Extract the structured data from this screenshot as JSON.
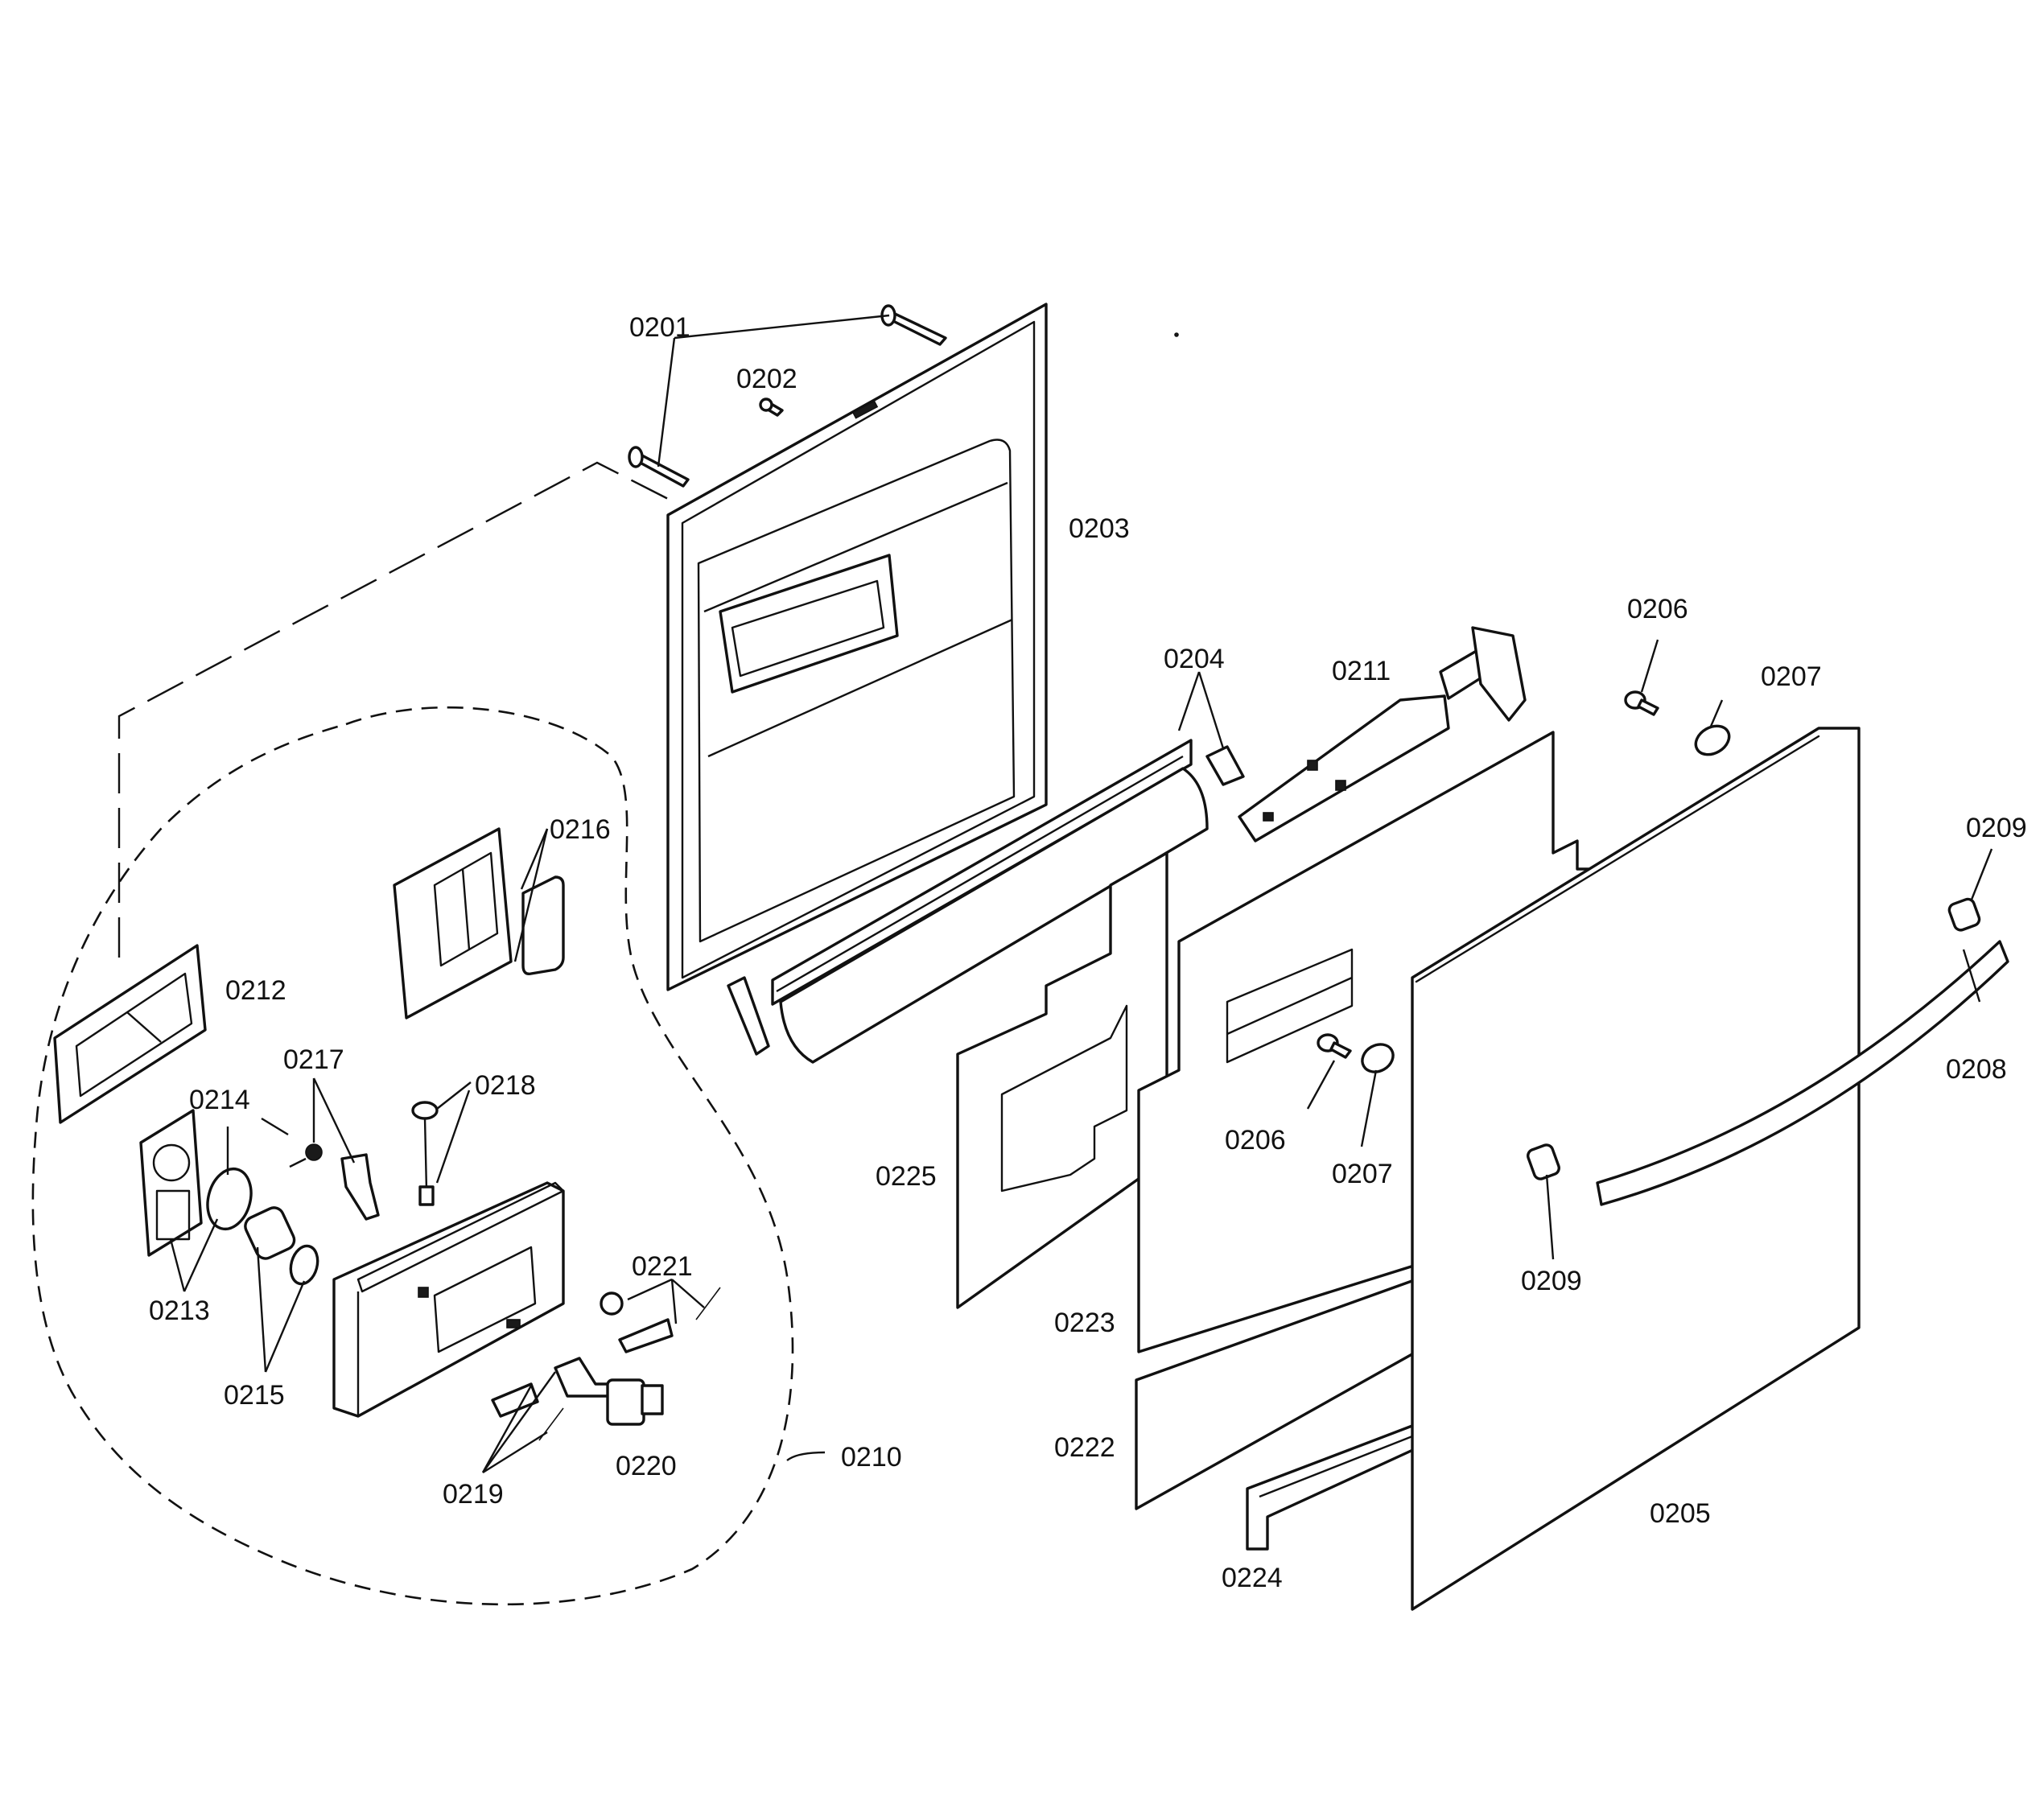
{
  "callouts": [
    {
      "id": "0201",
      "label": "0201"
    },
    {
      "id": "0202",
      "label": "0202"
    },
    {
      "id": "0203",
      "label": "0203"
    },
    {
      "id": "0204",
      "label": "0204"
    },
    {
      "id": "0211",
      "label": "0211"
    },
    {
      "id": "0206a",
      "label": "0206"
    },
    {
      "id": "0207a",
      "label": "0207"
    },
    {
      "id": "0209a",
      "label": "0209"
    },
    {
      "id": "0216",
      "label": "0216"
    },
    {
      "id": "0212",
      "label": "0212"
    },
    {
      "id": "0217",
      "label": "0217"
    },
    {
      "id": "0214",
      "label": "0214"
    },
    {
      "id": "0218",
      "label": "0218"
    },
    {
      "id": "0208",
      "label": "0208"
    },
    {
      "id": "0206b",
      "label": "0206"
    },
    {
      "id": "0207b",
      "label": "0207"
    },
    {
      "id": "0225",
      "label": "0225"
    },
    {
      "id": "0213",
      "label": "0213"
    },
    {
      "id": "0221",
      "label": "0221"
    },
    {
      "id": "0209b",
      "label": "0209"
    },
    {
      "id": "0223",
      "label": "0223"
    },
    {
      "id": "0215",
      "label": "0215"
    },
    {
      "id": "0222",
      "label": "0222"
    },
    {
      "id": "0210",
      "label": "0210"
    },
    {
      "id": "0220",
      "label": "0220"
    },
    {
      "id": "0219",
      "label": "0219"
    },
    {
      "id": "0205",
      "label": "0205"
    },
    {
      "id": "0224",
      "label": "0224"
    }
  ]
}
